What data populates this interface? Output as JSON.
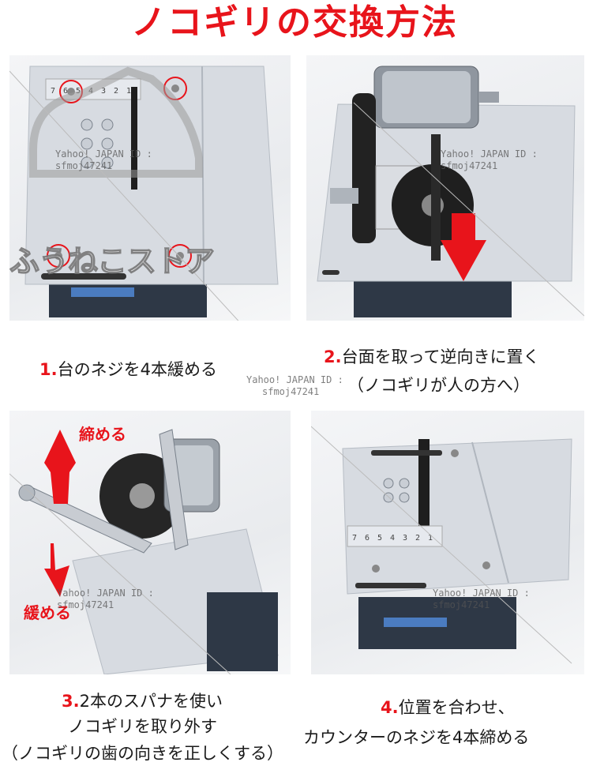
{
  "title": "ノコギリの交換方法",
  "watermark": {
    "yahoo_id": "Yahoo! JAPAN ID :",
    "user": "sfmoj47241",
    "store": "ふうねこストア"
  },
  "steps": [
    {
      "num": "1.",
      "text": "台のネジを4本緩める"
    },
    {
      "num": "2.",
      "line1": "台面を取って逆向きに置く",
      "line2": "（ノコギリが人の方へ）"
    },
    {
      "num": "3.",
      "line1": "2本のスパナを使い",
      "line2": "ノコギリを取り外す",
      "line3": "（ノコギリの歯の向きを正しくする）"
    },
    {
      "num": "4.",
      "line1": "位置を合わせ、",
      "line2": "カウンターのネジを4本締める"
    }
  ],
  "labels": {
    "tighten": "締める",
    "loosen": "緩める"
  },
  "ruler_ticks": [
    "7",
    "6",
    "5",
    "4",
    "3",
    "2",
    "1"
  ],
  "colors": {
    "accent": "#e8141b",
    "plate": "#e9ebef",
    "body": "#2c3440"
  }
}
